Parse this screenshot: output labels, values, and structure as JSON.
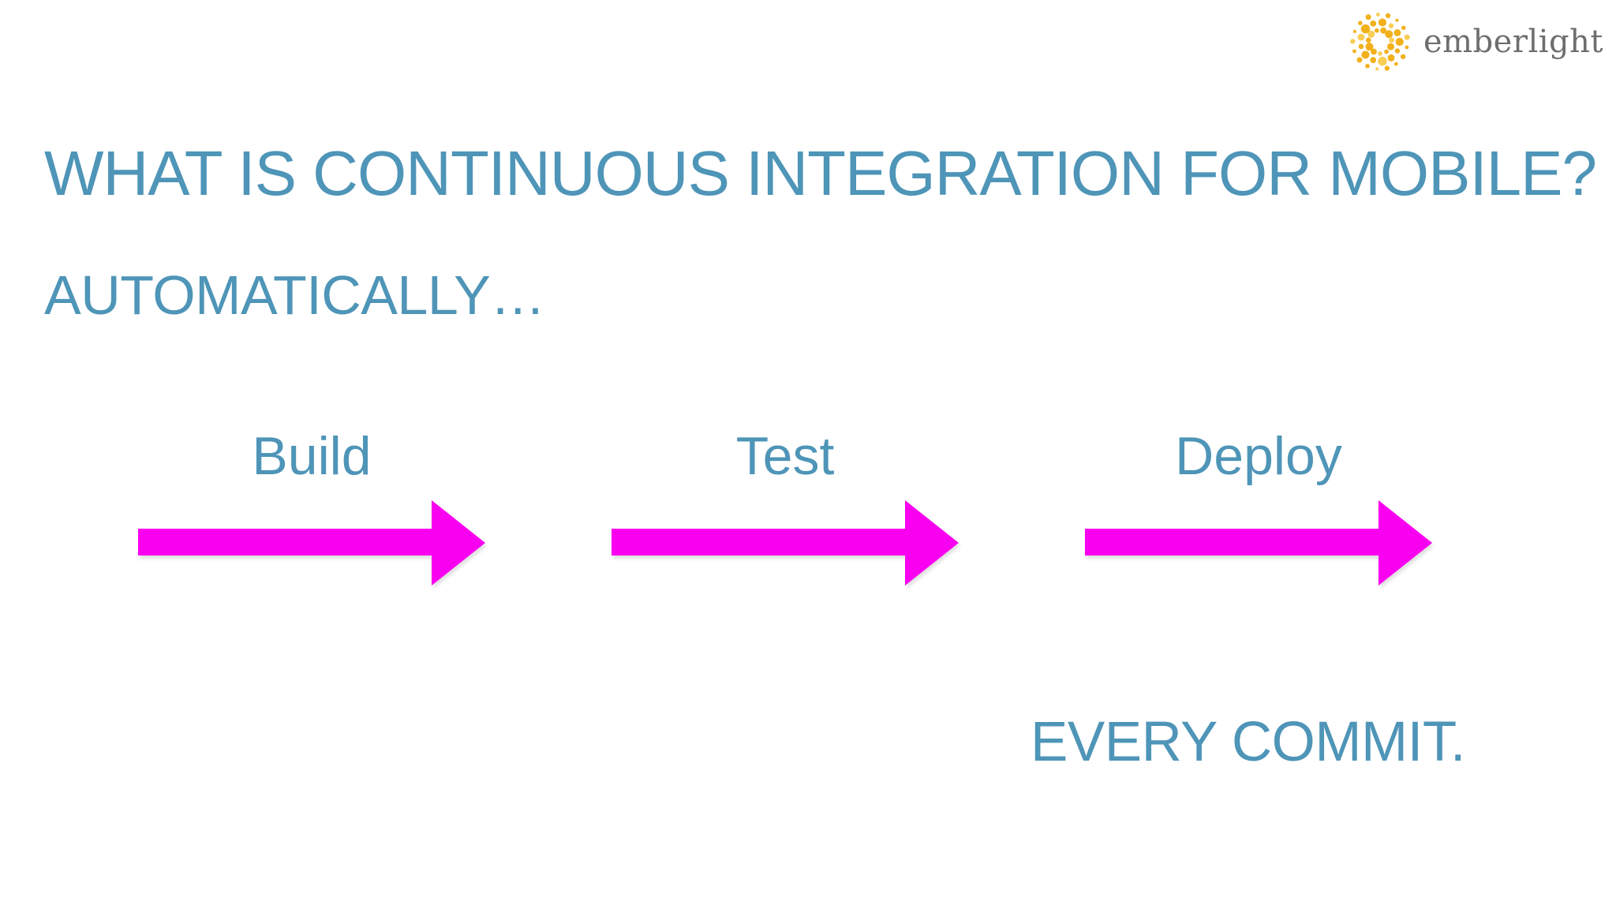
{
  "slide": {
    "title": "WHAT IS CONTINUOUS INTEGRATION FOR MOBILE?",
    "subtitle": "AUTOMATICALLY…",
    "steps": [
      {
        "label": "Build"
      },
      {
        "label": "Test"
      },
      {
        "label": "Deploy"
      }
    ],
    "footer": "EVERY COMMIT."
  },
  "logo": {
    "text": "emberlight",
    "icon": "sunburst-dots-icon"
  },
  "colors": {
    "accent_blue": "#4E95B8",
    "arrow_magenta": "#FA00F0",
    "logo_gold": "#F2B11B",
    "logo_gold_light": "#F8CE55",
    "logo_text_gray": "#6E6E6E"
  }
}
